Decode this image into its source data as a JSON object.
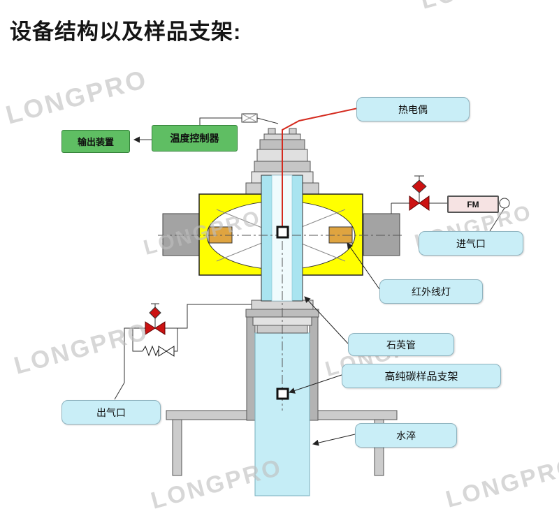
{
  "title": "设备结构以及样品支架:",
  "watermark": {
    "text": "LONGPRO"
  },
  "diagram": {
    "labels": {
      "thermocouple": "热电偶",
      "output_device": "输出装置",
      "temp_controller": "温度控制器",
      "flow_meter": "FM",
      "gas_inlet": "进气口",
      "infrared_lamp": "红外线灯",
      "quartz_tube": "石英管",
      "sample_holder": "高纯碳样品支架",
      "water_quench": "水淬",
      "gas_outlet": "出气口"
    },
    "colors": {
      "furnace_body": "#ffff00",
      "label_box": "#c9eef7",
      "control_box": "#5fbe63",
      "valve": "#cc1212",
      "quartz_tube": "#a9e4f0",
      "water": "#c5edf6",
      "thermocouple_wire": "#d42a1e",
      "heater_block": "#dfa440"
    }
  }
}
